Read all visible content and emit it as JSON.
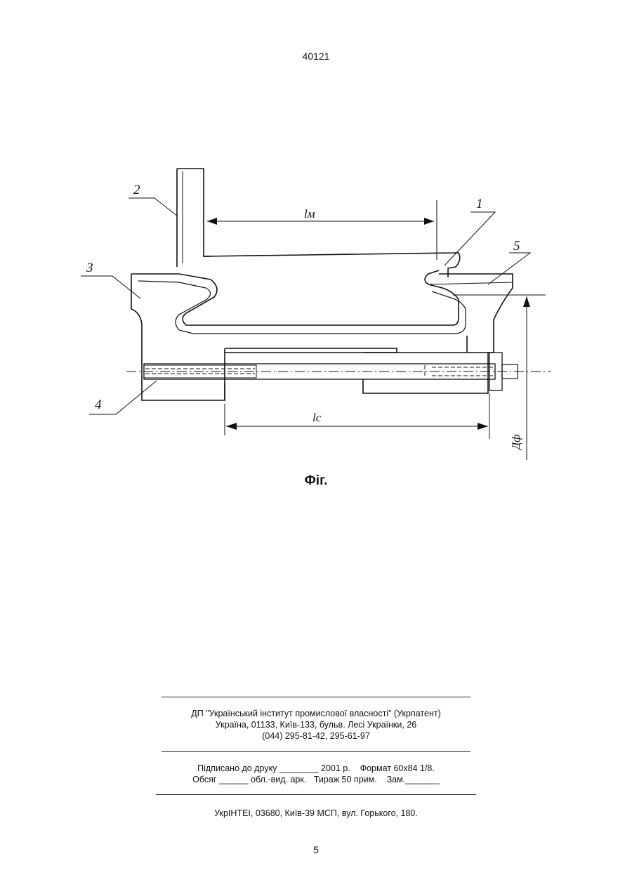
{
  "header": {
    "doc_number": "40121"
  },
  "figure": {
    "caption": "Фіг.",
    "labels": {
      "part_1": "1",
      "part_2": "2",
      "part_3": "3",
      "part_4": "4",
      "part_5": "5",
      "dim_lm": "lм",
      "dim_lc": "lc",
      "dim_d": "Дф"
    }
  },
  "imprint": {
    "org_line": "ДП \"Український інститут промислової власності\" (Укрпатент)",
    "address_line": "Україна, 01133, Київ-133, бульв. Лесі Українки, 26",
    "phone_line": "(044) 295-81-42, 295-61-97",
    "signed_line": "Підписано до друку ________ 2001 р.    Формат 60х84 1/8.",
    "volume_line": "Обсяг ______ обл.-вид. арк.   Тираж 50 прим.    Зам._______",
    "printer_line": "УкрІНТЕІ, 03680, Київ-39 МСП, вул. Горького, 180."
  },
  "footer": {
    "page_number": "5"
  }
}
